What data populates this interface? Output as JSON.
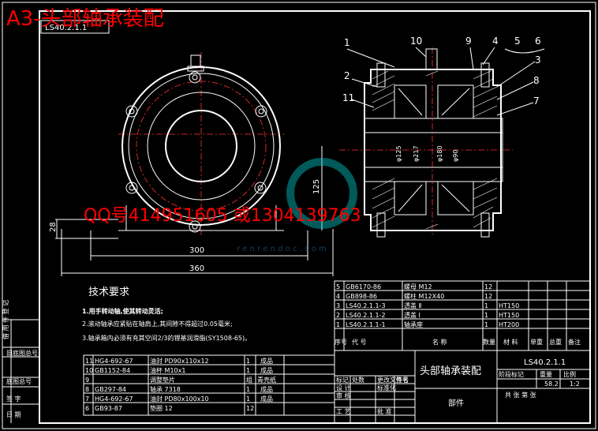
{
  "header": {
    "title": "A3-头部轴承装配",
    "drawing_no": "LS40.2.1.1"
  },
  "overlay": {
    "contact": "QQ号414951605 或1304139763",
    "watermark_site": "r e n r e n d o c . c o m"
  },
  "dimensions": {
    "d28": "28",
    "d300": "300",
    "d360": "360",
    "d125": "125"
  },
  "callouts": [
    "1",
    "10",
    "9",
    "4",
    "5",
    "6",
    "2",
    "3",
    "11",
    "8",
    "7"
  ],
  "tech": {
    "title": "技术要求",
    "items": [
      "1.用手转动轴,使其转动灵活;",
      "2.滚动轴承应紧贴在轴肩上,其间隙不得超过0.05毫米;",
      "3.轴承箱内必须有充其空间2/3的锂基润滑脂(SY1508-65)。"
    ]
  },
  "bom_upper": {
    "rows": [
      {
        "no": "5",
        "code": "GB6170-86",
        "name": "螺母 M12",
        "qty": "12",
        "mat": ""
      },
      {
        "no": "4",
        "code": "GB898-86",
        "name": "螺柱 M12X40",
        "qty": "12",
        "mat": ""
      },
      {
        "no": "3",
        "code": "LS40.2.1.1-3",
        "name": "透盖 Ⅱ",
        "qty": "1",
        "mat": "HT150"
      },
      {
        "no": "2",
        "code": "LS40.2.1.1-2",
        "name": "透盖 Ⅰ",
        "qty": "1",
        "mat": "HT150"
      },
      {
        "no": "1",
        "code": "LS40.2.1.1-1",
        "name": "轴承座",
        "qty": "1",
        "mat": "HT200"
      }
    ],
    "header": {
      "no": "序号",
      "code": "代 号",
      "name": "名 称",
      "qty": "数量",
      "mat": "材 料",
      "unit_w": "单重",
      "total_w": "总重",
      "remark": "备注"
    }
  },
  "bom_lower": {
    "rows": [
      {
        "no": "11",
        "code": "HG4-692-67",
        "name": "油封 PD90x110x12",
        "qty": "1",
        "mat": "成品"
      },
      {
        "no": "10",
        "code": "GB1152-84",
        "name": "油杯 M10x1",
        "qty": "1",
        "mat": "成品"
      },
      {
        "no": "9",
        "code": "",
        "name": "调整垫片",
        "qty": "组",
        "mat": "青壳纸"
      },
      {
        "no": "8",
        "code": "GB297-84",
        "name": "轴承 7318",
        "qty": "1",
        "mat": "成品"
      },
      {
        "no": "7",
        "code": "HG4-692-67",
        "name": "油封 PD80x100x10",
        "qty": "1",
        "mat": "成品"
      },
      {
        "no": "6",
        "code": "GB93-87",
        "name": "垫圈 12",
        "qty": "12",
        "mat": ""
      }
    ]
  },
  "title_block": {
    "name": "头部轴承装配",
    "code": "LS40.2.1.1",
    "part": "部件",
    "scale": "1:2",
    "weight": "58.2",
    "labels": {
      "stage": "阶段标记",
      "weight": "重量",
      "scale": "比例",
      "design": "设 计",
      "standard": "标准化",
      "review": "审 核",
      "process": "工 艺",
      "approve": "批 准",
      "sheet": "共  张  第  张",
      "mark": "标记",
      "count": "处数",
      "zone": "分区",
      "change": "更改文件号",
      "sign": "签名",
      "date": "年月日"
    }
  },
  "left_margin": {
    "labels": [
      "借 用 件 登 记",
      "旧底图总号",
      "底图总号",
      "签 字",
      "日 期"
    ]
  },
  "side_labels": [
    "φ125",
    "φ217",
    "φ180",
    "φ90"
  ]
}
